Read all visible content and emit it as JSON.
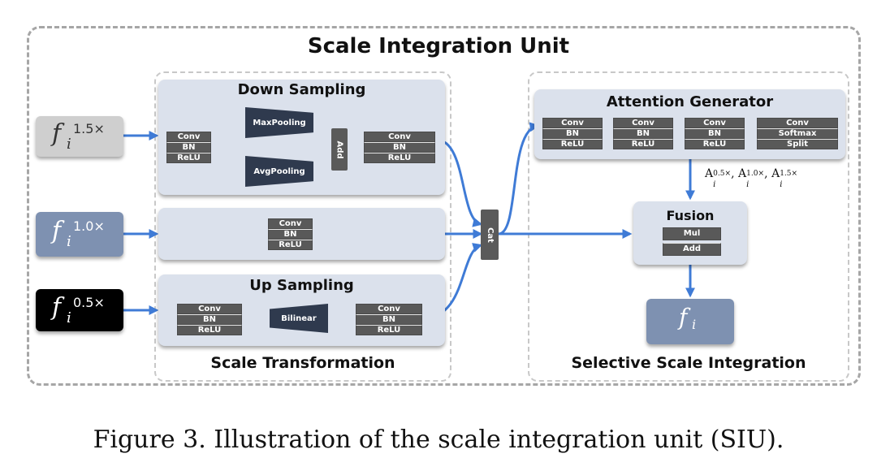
{
  "main_title": "Scale Integration Unit",
  "inputs": [
    {
      "base": "f",
      "sub": "i",
      "sup": "1.5×"
    },
    {
      "base": "f",
      "sub": "i",
      "sup": "1.0×"
    },
    {
      "base": "f",
      "sub": "i",
      "sup": "0.5×"
    }
  ],
  "scale_transformation": {
    "label": "Scale Transformation",
    "down_sampling": {
      "title": "Down Sampling",
      "pre_block": [
        "Conv",
        "BN",
        "ReLU"
      ],
      "maxpool": "MaxPooling",
      "avgpool": "AvgPooling",
      "add": "Add",
      "post_block": [
        "Conv",
        "BN",
        "ReLU"
      ]
    },
    "middle": {
      "block": [
        "Conv",
        "BN",
        "ReLU"
      ]
    },
    "up_sampling": {
      "title": "Up Sampling",
      "pre_block": [
        "Conv",
        "BN",
        "ReLU"
      ],
      "bilinear": "Bilinear",
      "post_block": [
        "Conv",
        "BN",
        "ReLU"
      ]
    }
  },
  "cat": "Cat",
  "selective_scale_integration": {
    "label": "Selective Scale Integration",
    "attention_generator": {
      "title": "Attention Generator",
      "blocks": [
        [
          "Conv",
          "BN",
          "ReLU"
        ],
        [
          "Conv",
          "BN",
          "ReLU"
        ],
        [
          "Conv",
          "BN",
          "ReLU"
        ],
        [
          "Conv",
          "Softmax",
          "Split"
        ]
      ]
    },
    "attention_label": {
      "base": "A",
      "sub": "i",
      "sups": [
        "0.5×",
        "1.0×",
        "1.5×"
      ]
    },
    "fusion": {
      "title": "Fusion",
      "ops": [
        "Mul",
        "Add"
      ]
    },
    "output": {
      "base": "f",
      "sub": "i"
    }
  },
  "caption": "Figure 3. Illustration of the scale integration unit (SIU).",
  "colors": {
    "arrow": "#3f7bd6",
    "input_1_5": "#cfcfcf",
    "input_1_0": "#7e91b1",
    "input_0_5": "#000000",
    "output": "#7e91b1",
    "panel": "#dbe1ec"
  }
}
